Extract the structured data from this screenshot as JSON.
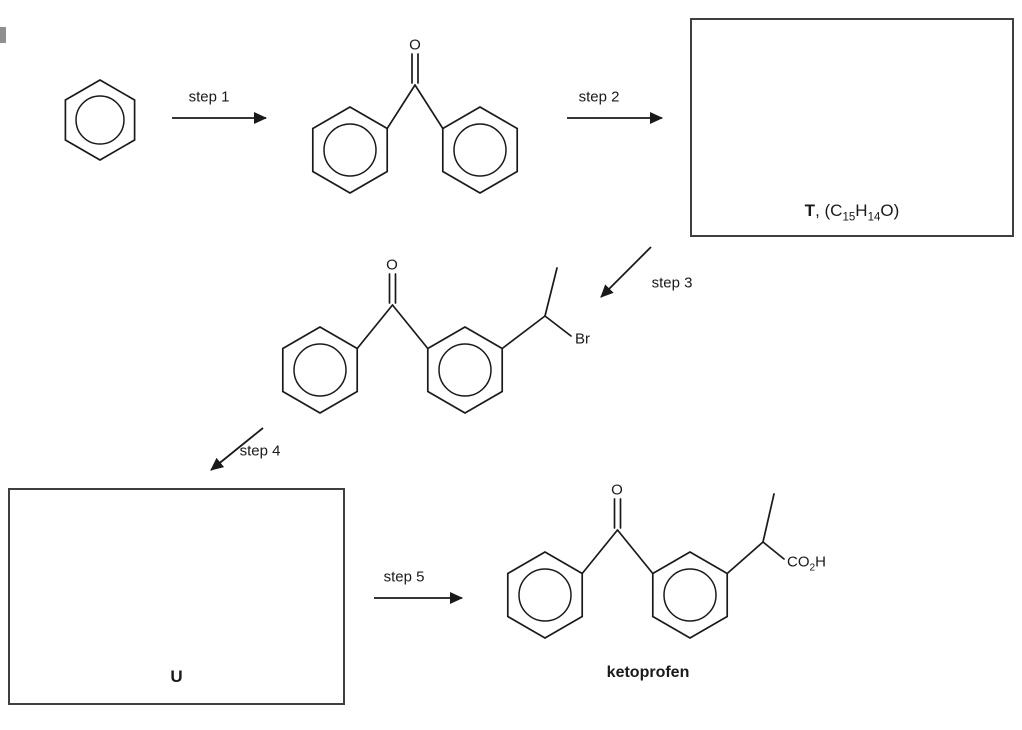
{
  "steps": {
    "s1": "step 1",
    "s2": "step 2",
    "s3": "step 3",
    "s4": "step 4",
    "s5": "step 5"
  },
  "boxes": {
    "t": {
      "bold": "T",
      "rest1": ", (C",
      "sub1": "15",
      "rest2": "H",
      "sub2": "14",
      "rest3": "O)"
    },
    "u": {
      "label": "U"
    }
  },
  "atoms": {
    "oxygen": "O",
    "bromine": "Br",
    "acid1": "CO",
    "acid_sub": "2",
    "acid2": "H"
  },
  "labels": {
    "product": "ketoprofen"
  },
  "colors": {
    "line": "#1a1a1a",
    "text": "#1a1a1a",
    "box_border": "#3f3f3f",
    "background": "#ffffff"
  }
}
